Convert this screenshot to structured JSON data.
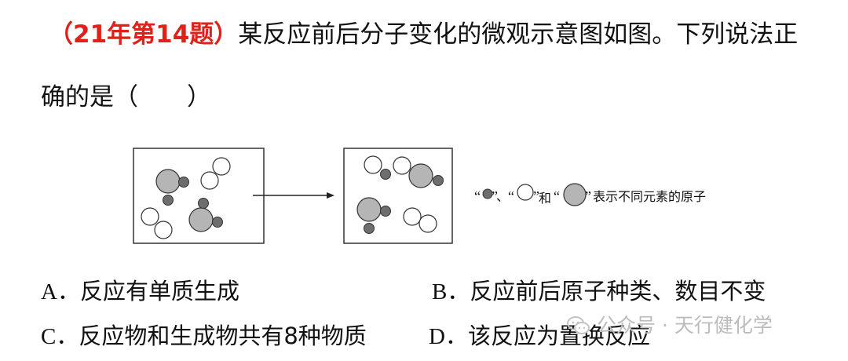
{
  "question": {
    "tag": "（21年第14题）",
    "text_line1": "某反应前后分子变化的微观示意图如图。下列说法正",
    "text_line2": "确的是（　　）"
  },
  "diagram": {
    "legend_text_after": "表示不同元素的原子",
    "legend_sep1": "、",
    "legend_sep2": "和",
    "colors": {
      "small_atom": "#6e6e6e",
      "white_atom": "#ffffff",
      "large_atom": "#b5b5b5",
      "outline": "#333333"
    }
  },
  "options": [
    {
      "letter": "A．",
      "text": "反应有单质生成"
    },
    {
      "letter": "B．",
      "text": "反应前后原子种类、数目不变"
    },
    {
      "letter": "C．",
      "text": "反应物和生成物共有8种物质"
    },
    {
      "letter": "D．",
      "text": "该反应为置换反应"
    }
  ],
  "watermark": {
    "text": "公众号 · 天行健化学",
    "icon": "wechat-icon"
  }
}
